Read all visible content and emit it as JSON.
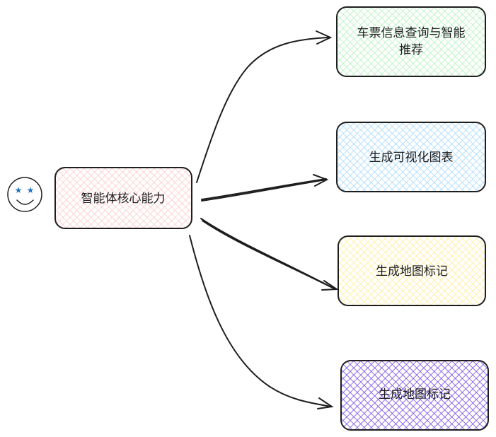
{
  "diagram": {
    "center_node": {
      "label": "智能体核心能力",
      "fill": "#ffc9c9"
    },
    "mascot_icon": "star-eyes-smiley-icon",
    "nodes": [
      {
        "label_lines": [
          "车票信息查询与智能",
          "推荐"
        ],
        "fill": "#b2f2bb"
      },
      {
        "label_lines": [
          "生成可视化图表"
        ],
        "fill": "#a5d8ff"
      },
      {
        "label_lines": [
          "生成地图标记"
        ],
        "fill": "#ffec99"
      },
      {
        "label_lines": [
          "生成地图标记"
        ],
        "fill": "#7048e8"
      }
    ],
    "stroke_color": "#1e1e1e"
  }
}
